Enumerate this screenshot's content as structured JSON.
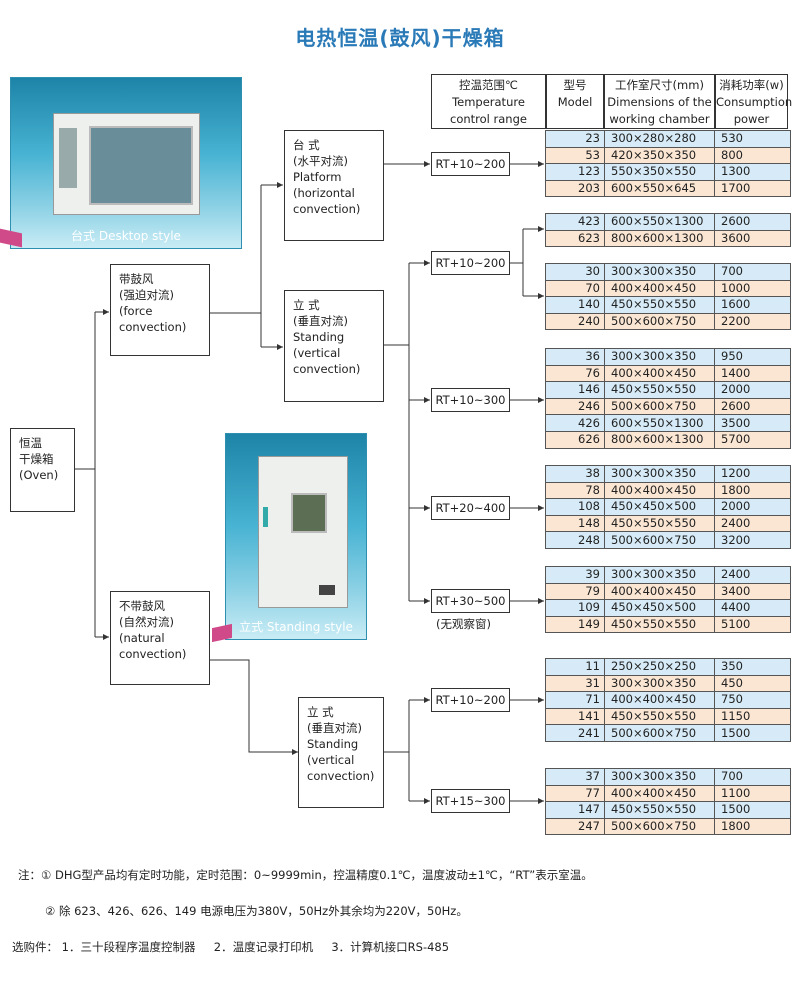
{
  "title": "电热恒温(鼓风)干燥箱",
  "headers": {
    "temp_range": "控温范围℃\nTemperature\ncontrol range",
    "model": "型号\nModel",
    "dimensions": "工作室尺寸(mm)\nDimensions of the\nworking chamber",
    "power": "消耗功率(w)\nConsumption\npower"
  },
  "photos": {
    "desktop_caption": "台式 Desktop style",
    "standing_caption": "立式 Standing style"
  },
  "nodes": {
    "oven": "恒温\n干燥箱\n(Oven)",
    "forced": "带鼓风\n(强迫对流)\n(force\nconvection)",
    "natural": "不带鼓风\n(自然对流)\n(natural\nconvection)",
    "platform": "台  式\n(水平对流)\nPlatform\n(horizontal\nconvection)",
    "standing_forced": "立  式\n(垂直对流)\nStanding\n(vertical\nconvection)",
    "standing_natural": "立  式\n(垂直对流)\nStanding\n(vertical\nconvection)"
  },
  "ranges": {
    "r1": "RT+10~200",
    "r2": "RT+10~200",
    "r3": "RT+10~300",
    "r4": "RT+20~400",
    "r5": "RT+30~500",
    "r5_note": "(无观察窗)",
    "r6": "RT+10~200",
    "r7": "RT+15~300"
  },
  "tables": {
    "t1": [
      [
        "23",
        "300×280×280",
        "530"
      ],
      [
        "53",
        "420×350×350",
        "800"
      ],
      [
        "123",
        "550×350×550",
        "1300"
      ],
      [
        "203",
        "600×550×645",
        "1700"
      ]
    ],
    "t2": [
      [
        "423",
        "600×550×1300",
        "2600"
      ],
      [
        "623",
        "800×600×1300",
        "3600"
      ]
    ],
    "t3": [
      [
        "30",
        "300×300×350",
        "700"
      ],
      [
        "70",
        "400×400×450",
        "1000"
      ],
      [
        "140",
        "450×550×550",
        "1600"
      ],
      [
        "240",
        "500×600×750",
        "2200"
      ]
    ],
    "t4": [
      [
        "36",
        "300×300×350",
        "950"
      ],
      [
        "76",
        "400×400×450",
        "1400"
      ],
      [
        "146",
        "450×550×550",
        "2000"
      ],
      [
        "246",
        "500×600×750",
        "2600"
      ],
      [
        "426",
        "600×550×1300",
        "3500"
      ],
      [
        "626",
        "800×600×1300",
        "5700"
      ]
    ],
    "t5": [
      [
        "38",
        "300×300×350",
        "1200"
      ],
      [
        "78",
        "400×400×450",
        "1800"
      ],
      [
        "108",
        "450×450×500",
        "2000"
      ],
      [
        "148",
        "450×550×550",
        "2400"
      ],
      [
        "248",
        "500×600×750",
        "3200"
      ]
    ],
    "t6": [
      [
        "39",
        "300×300×350",
        "2400"
      ],
      [
        "79",
        "400×400×450",
        "3400"
      ],
      [
        "109",
        "450×450×500",
        "4400"
      ],
      [
        "149",
        "450×550×550",
        "5100"
      ]
    ],
    "t7": [
      [
        "11",
        "250×250×250",
        "350"
      ],
      [
        "31",
        "300×300×350",
        "450"
      ],
      [
        "71",
        "400×400×450",
        "750"
      ],
      [
        "141",
        "450×550×550",
        "1150"
      ],
      [
        "241",
        "500×600×750",
        "1500"
      ]
    ],
    "t8": [
      [
        "37",
        "300×300×350",
        "700"
      ],
      [
        "77",
        "400×400×450",
        "1100"
      ],
      [
        "147",
        "450×550×550",
        "1500"
      ],
      [
        "247",
        "500×600×750",
        "1800"
      ]
    ]
  },
  "notes": {
    "note1": "注：① DHG型产品均有定时功能，定时范围：0~9999min，控温精度0.1℃，温度波动±1℃，“RT”表示室温。",
    "note2": "② 除 623、426、626、149 电源电压为380V，50Hz外其余均为220V，50Hz。",
    "options": "选购件： 1．三十段程序温度控制器     2．温度记录打印机     3．计算机接口RS-485"
  }
}
